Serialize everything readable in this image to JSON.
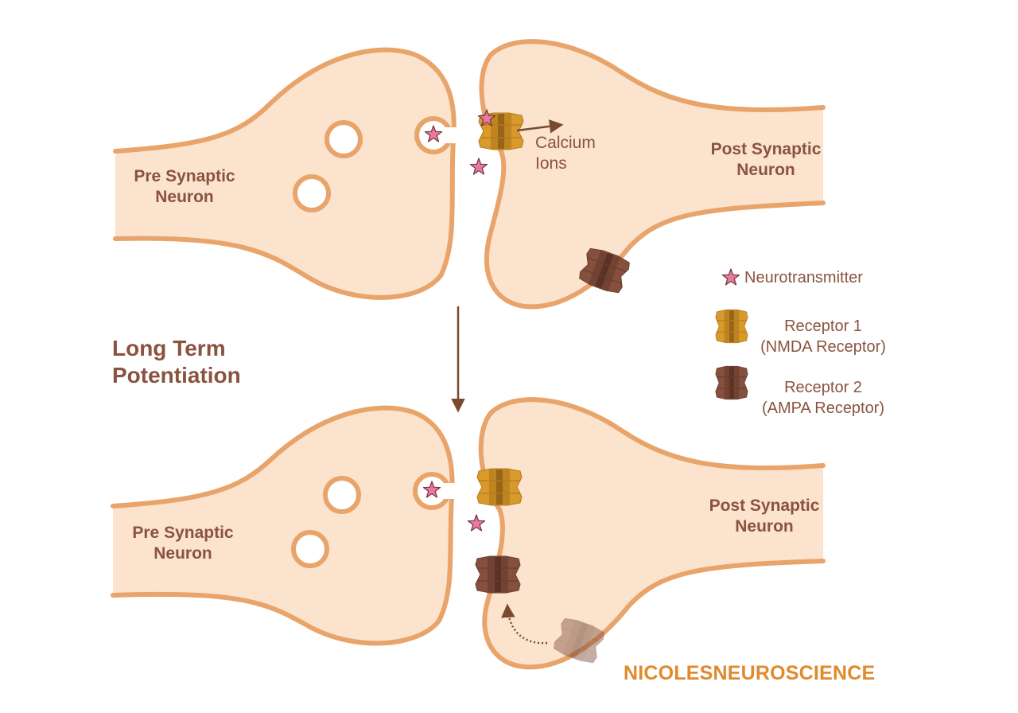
{
  "title": {
    "line1": "Long Term",
    "line2": "Potentiation"
  },
  "top_panel": {
    "pre": {
      "line1": "Pre Synaptic",
      "line2": "Neuron"
    },
    "post": {
      "line1": "Post Synaptic",
      "line2": "Neuron"
    },
    "ions": {
      "line1": "Calcium",
      "line2": "Ions"
    }
  },
  "bottom_panel": {
    "pre": {
      "line1": "Pre Synaptic",
      "line2": "Neuron"
    },
    "post": {
      "line1": "Post Synaptic",
      "line2": "Neuron"
    }
  },
  "legend": {
    "neurotransmitter": "Neurotransmitter",
    "receptor1": {
      "line1": "Receptor 1",
      "line2": "(NMDA Receptor)"
    },
    "receptor2": {
      "line1": "Receptor 2",
      "line2": "(AMPA Receptor)"
    }
  },
  "brand": "NICOLESNEUROSCIENCE",
  "colors": {
    "membrane": "#e8a46a",
    "cytoplasm": "#fbe3cd",
    "label": "#8a5340",
    "neurotransmitter": "#e879a7",
    "nmda": "#d99a2c",
    "ampa": "#85503e",
    "brand": "#e08a2c"
  }
}
